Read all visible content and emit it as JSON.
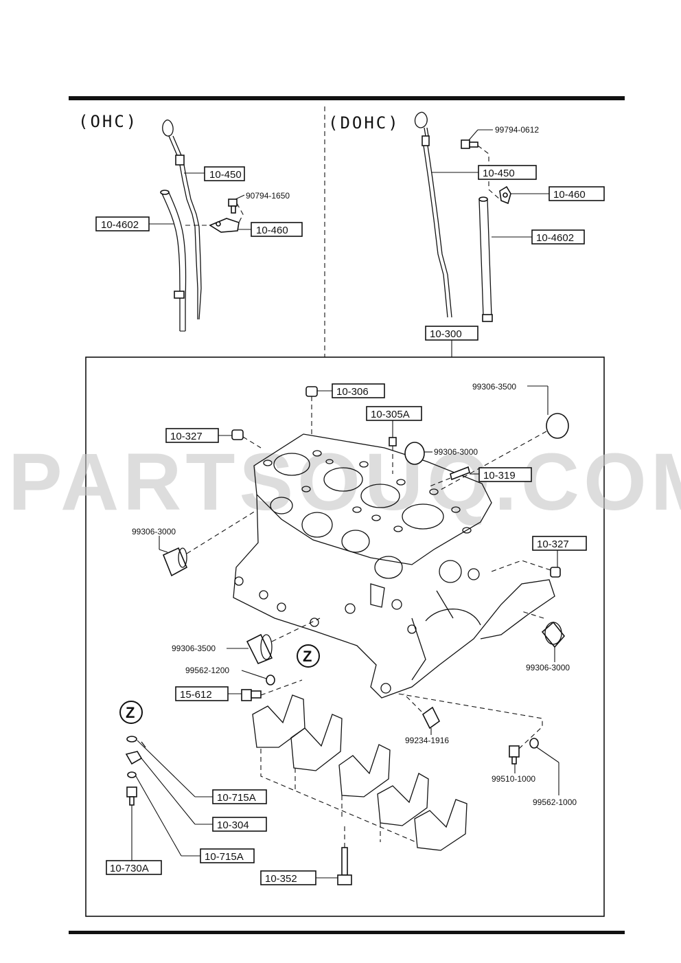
{
  "sections": {
    "left": "(OHC)",
    "right": "(DOHC)"
  },
  "watermark": "PARTSOUQ.COM",
  "zone_marker": "Z",
  "ref_labels": {
    "ohc_dipstick": "10-450",
    "ohc_tube": "10-4602",
    "ohc_bracket": "10-460",
    "dohc_dipstick": "10-450",
    "dohc_bracket": "10-460",
    "dohc_tube": "10-4602",
    "block": "10-300",
    "dowel_top": "10-306",
    "dowel_deck": "10-305A",
    "plug_left": "10-327",
    "stud_right": "10-319",
    "plug_right": "10-327",
    "bolt_cap": "15-612",
    "washer_a": "10-715A",
    "union": "10-304",
    "washer_b": "10-715A",
    "jet_bolt": "10-730A",
    "main_bolt": "10-352"
  },
  "part_numbers": {
    "ohc_bolt": "90794-1650",
    "dohc_bolt": "99794-0612",
    "plug_top_right": "99306-3500",
    "plug_deck": "99306-3000",
    "plug_left_side": "99306-3000",
    "plug_front": "99306-3500",
    "plug_rear": "99306-3000",
    "washer_front": "99562-1200",
    "dowel_bottom": "99234-1916",
    "bolt_bottom": "99510-1000",
    "washer_bottom": "99562-1000"
  }
}
